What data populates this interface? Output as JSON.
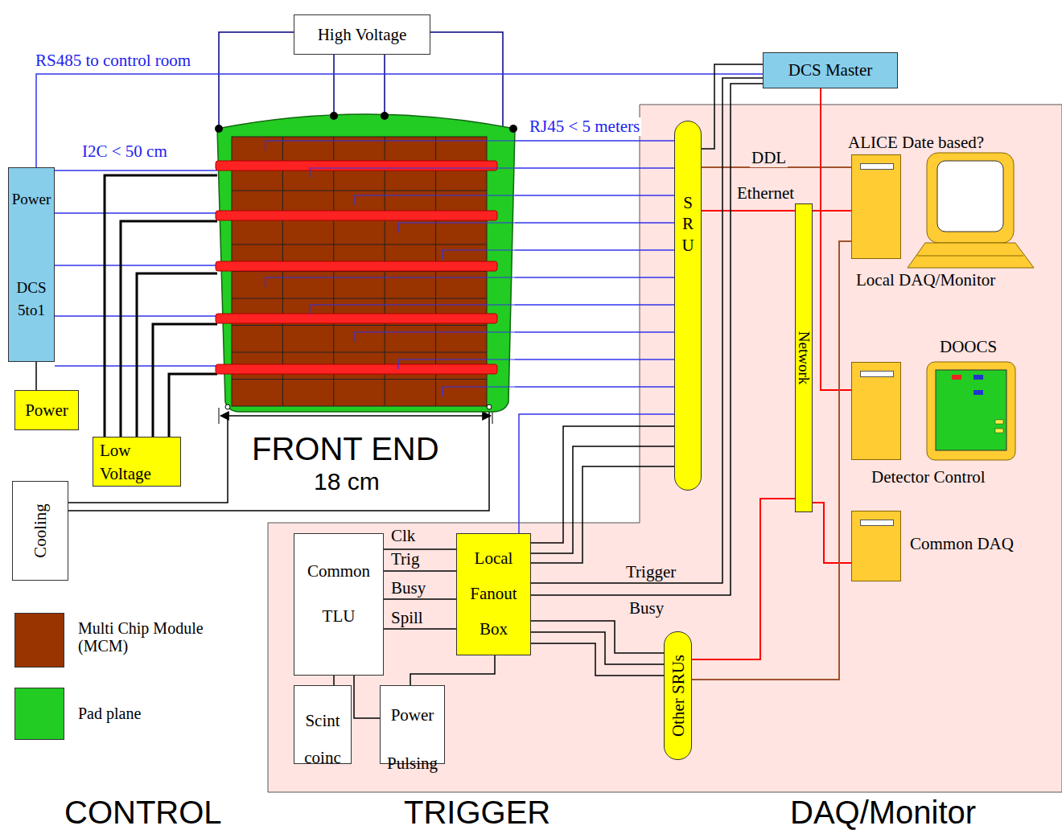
{
  "diagram": {
    "nodes": [
      {
        "text": [
          "High Voltage"
        ]
      },
      {
        "text": [
          "DCS Master"
        ]
      },
      {
        "text": [
          "Power",
          "DCS 5to1"
        ]
      },
      {
        "text": [
          "FRONT END"
        ]
      },
      {
        "text": [
          "SRU"
        ]
      },
      {
        "text": [
          "Network"
        ]
      },
      {
        "text": [
          "ALICE Date based?",
          "Local DAQ/Monitor"
        ]
      },
      {
        "text": [
          "DOOCS",
          "Detector Control"
        ]
      },
      {
        "text": [
          "Common DAQ"
        ]
      },
      {
        "text": [
          "Power"
        ]
      },
      {
        "text": [
          "Low Voltage"
        ]
      },
      {
        "text": [
          "Cooling"
        ]
      },
      {
        "text": [
          "Common TLU"
        ]
      },
      {
        "text": [
          "Local Fanout Box"
        ]
      },
      {
        "text": [
          "Scint coinc"
        ]
      },
      {
        "text": [
          "Power Pulsing"
        ]
      },
      {
        "text": [
          "Other SRUs"
        ]
      }
    ],
    "edges": [
      {
        "from": 0,
        "to": 3,
        "arrow": "none"
      },
      {
        "from": 0,
        "to": 3,
        "arrow": "none"
      },
      {
        "from": 0,
        "to": 3,
        "arrow": "none"
      },
      {
        "from": 0,
        "to": 3,
        "arrow": "none"
      },
      {
        "from": 2,
        "to": 1,
        "arrow": "none",
        "label": "RS485 to control room"
      },
      {
        "from": 2,
        "to": 3,
        "arrow": "none",
        "label": "I2C < 50 cm"
      },
      {
        "from": 2,
        "to": 3,
        "arrow": "none"
      },
      {
        "from": 2,
        "to": 3,
        "arrow": "none"
      },
      {
        "from": 2,
        "to": 3,
        "arrow": "none"
      },
      {
        "from": 2,
        "to": 3,
        "arrow": "none"
      },
      {
        "from": 10,
        "to": 3,
        "arrow": "none"
      },
      {
        "from": 10,
        "to": 3,
        "arrow": "none"
      },
      {
        "from": 10,
        "to": 3,
        "arrow": "none"
      },
      {
        "from": 10,
        "to": 3,
        "arrow": "none"
      },
      {
        "from": 10,
        "to": 3,
        "arrow": "none"
      },
      {
        "from": 9,
        "to": 2,
        "arrow": "none"
      },
      {
        "from": 11,
        "to": 3,
        "arrow": "none"
      },
      {
        "from": 11,
        "to": 3,
        "arrow": "none"
      },
      {
        "from": 3,
        "to": 4,
        "arrow": "none",
        "label": "RJ45 < 5 meters"
      },
      {
        "from": 3,
        "to": 4,
        "arrow": "none"
      },
      {
        "from": 3,
        "to": 4,
        "arrow": "none"
      },
      {
        "from": 3,
        "to": 4,
        "arrow": "none"
      },
      {
        "from": 3,
        "to": 4,
        "arrow": "none"
      },
      {
        "from": 3,
        "to": 4,
        "arrow": "none"
      },
      {
        "from": 3,
        "to": 4,
        "arrow": "none"
      },
      {
        "from": 3,
        "to": 4,
        "arrow": "none"
      },
      {
        "from": 3,
        "to": 4,
        "arrow": "none"
      },
      {
        "from": 3,
        "to": 4,
        "arrow": "none"
      },
      {
        "from": 4,
        "to": 1,
        "arrow": "none"
      },
      {
        "from": 4,
        "to": 6,
        "arrow": "none",
        "label": "DDL"
      },
      {
        "from": 4,
        "to": 5,
        "arrow": "none",
        "label": "Ethernet"
      },
      {
        "from": 5,
        "to": 6,
        "arrow": "none"
      },
      {
        "from": 1,
        "to": 7,
        "arrow": "none"
      },
      {
        "from": 5,
        "to": 8,
        "arrow": "none"
      },
      {
        "from": 16,
        "to": 5,
        "arrow": "none"
      },
      {
        "from": 16,
        "to": 6,
        "arrow": "none"
      },
      {
        "from": 13,
        "to": 1,
        "arrow": "none",
        "label": "Trigger"
      },
      {
        "from": 13,
        "to": 1,
        "arrow": "none",
        "label": "Busy"
      },
      {
        "from": 13,
        "to": 4,
        "arrow": "none"
      },
      {
        "from": 13,
        "to": 4,
        "arrow": "none"
      },
      {
        "from": 13,
        "to": 4,
        "arrow": "none"
      },
      {
        "from": 13,
        "to": 4,
        "arrow": "none"
      },
      {
        "from": 13,
        "to": 16,
        "arrow": "none"
      },
      {
        "from": 13,
        "to": 16,
        "arrow": "none"
      },
      {
        "from": 13,
        "to": 16,
        "arrow": "none"
      },
      {
        "from": 12,
        "to": 13,
        "arrow": "none",
        "label": "Clk"
      },
      {
        "from": 12,
        "to": 13,
        "arrow": "none",
        "label": "Trig"
      },
      {
        "from": 12,
        "to": 13,
        "arrow": "none",
        "label": "Busy"
      },
      {
        "from": 12,
        "to": 13,
        "arrow": "none",
        "label": "Spill"
      },
      {
        "from": 12,
        "to": 14,
        "arrow": "none"
      },
      {
        "from": 12,
        "to": 15,
        "arrow": "none"
      },
      {
        "from": 13,
        "to": 15,
        "arrow": "none"
      }
    ],
    "labels": [
      "18 cm",
      "CONTROL",
      "TRIGGER",
      "DAQ/Monitor"
    ],
    "legend": [
      {
        "text": "Multi Chip Module (MCM)",
        "color": "#993300"
      },
      {
        "text": "Pad plane",
        "color": "#22cc22"
      }
    ]
  }
}
